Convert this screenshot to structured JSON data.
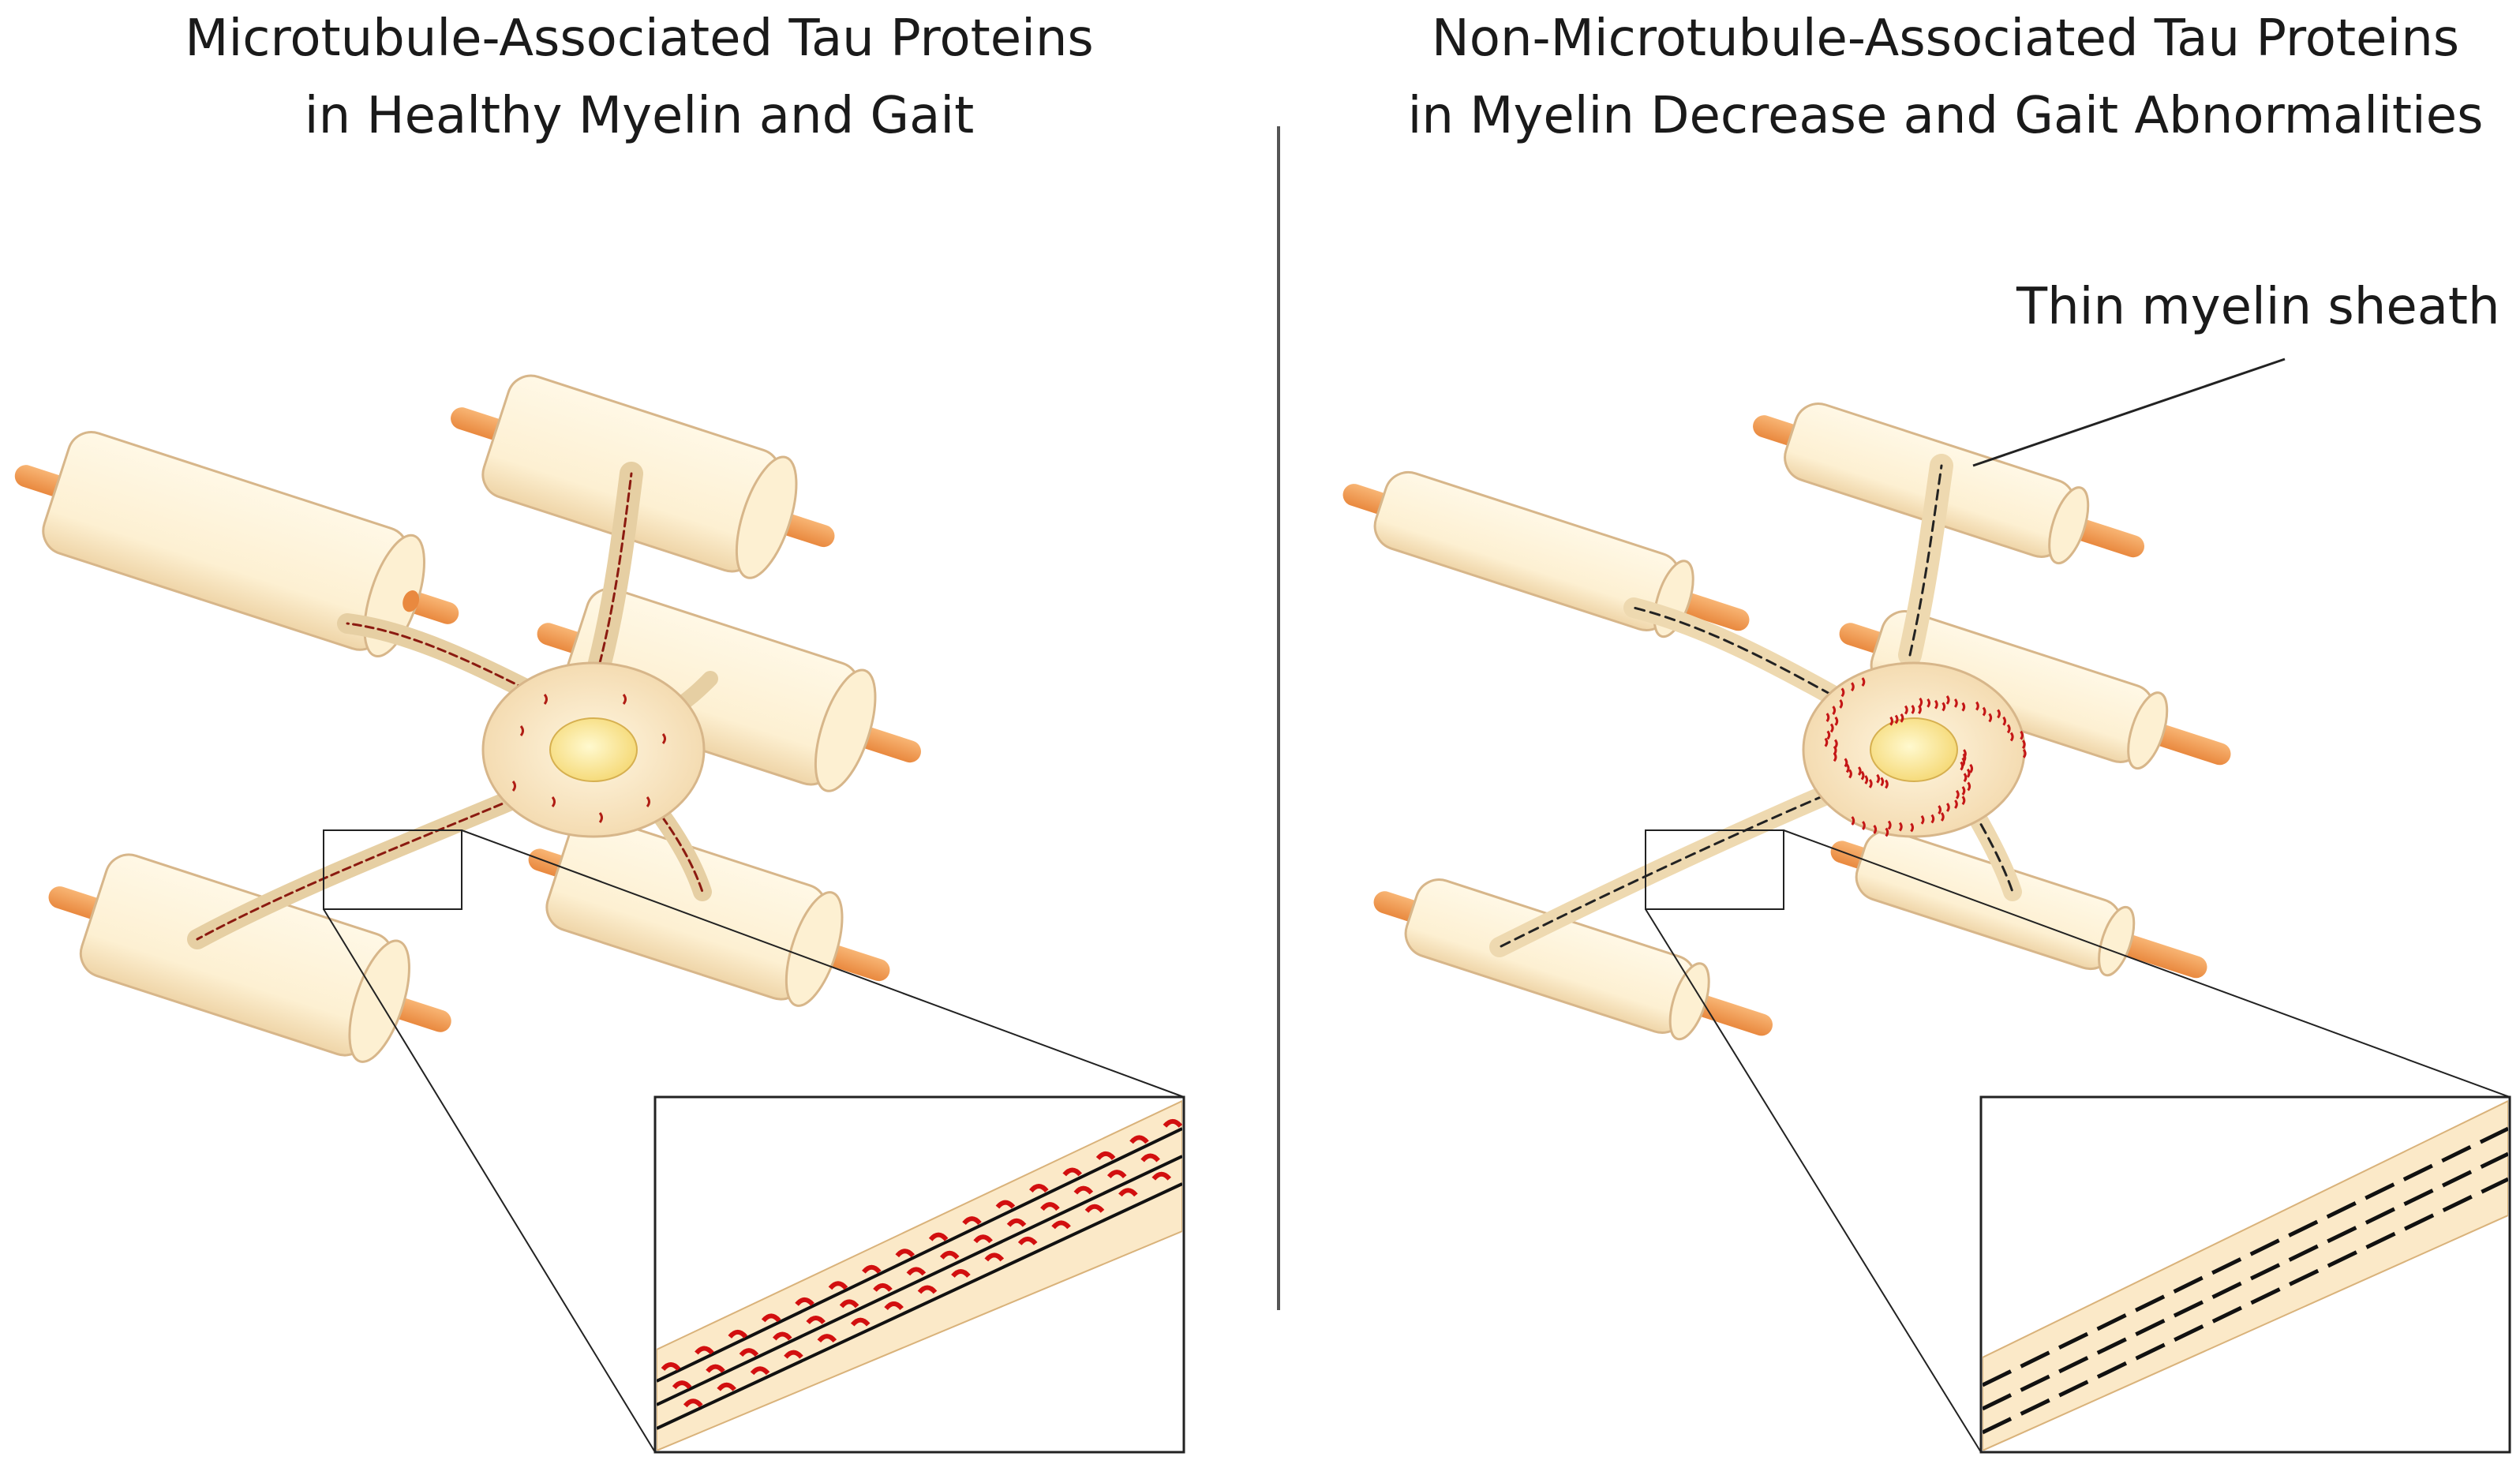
{
  "panels": {
    "left": {
      "title_line1": "Microtubule-Associated Tau Proteins",
      "title_line2": "in Healthy Myelin and Gait"
    },
    "right": {
      "title_line1": "Non-Microtubule-Associated Tau Proteins",
      "title_line2": "in Myelin Decrease and Gait Abnormalities",
      "callout": "Thin myelin sheath"
    }
  },
  "colors": {
    "myelin": "#fdf0d2",
    "myelin_edge": "#d7b68a",
    "axon": "#f4a15a",
    "nucleus": "#fbe79a",
    "tau": "#cc1111",
    "microtubule": "#111111"
  },
  "icons": [
    "neuron-cell-body",
    "myelinated-axon-segment",
    "zoom-inset"
  ]
}
